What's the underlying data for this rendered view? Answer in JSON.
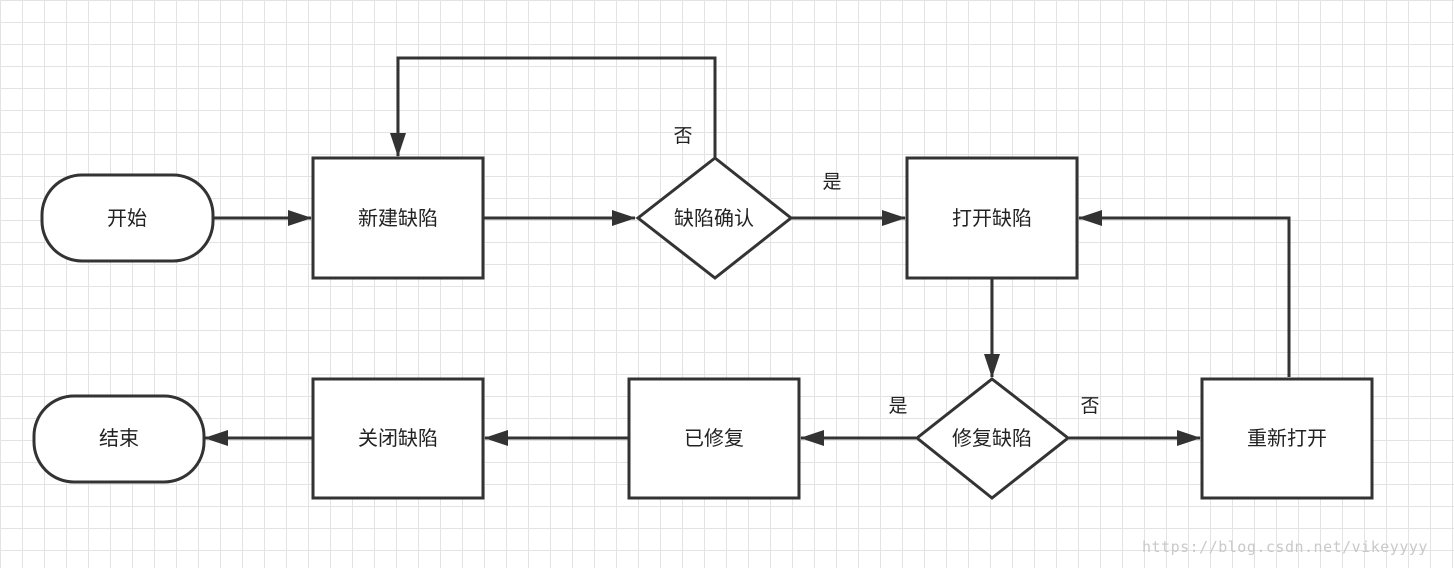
{
  "nodes": {
    "start": "开始",
    "create": "新建缺陷",
    "confirm": "缺陷确认",
    "open": "打开缺陷",
    "fix": "修复缺陷",
    "reopen": "重新打开",
    "fixed": "已修复",
    "close": "关闭缺陷",
    "end": "结束"
  },
  "edges": {
    "confirm_no": "否",
    "confirm_yes": "是",
    "fix_yes": "是",
    "fix_no": "否"
  },
  "watermark": "https://blog.csdn.net/vikeyyyy"
}
